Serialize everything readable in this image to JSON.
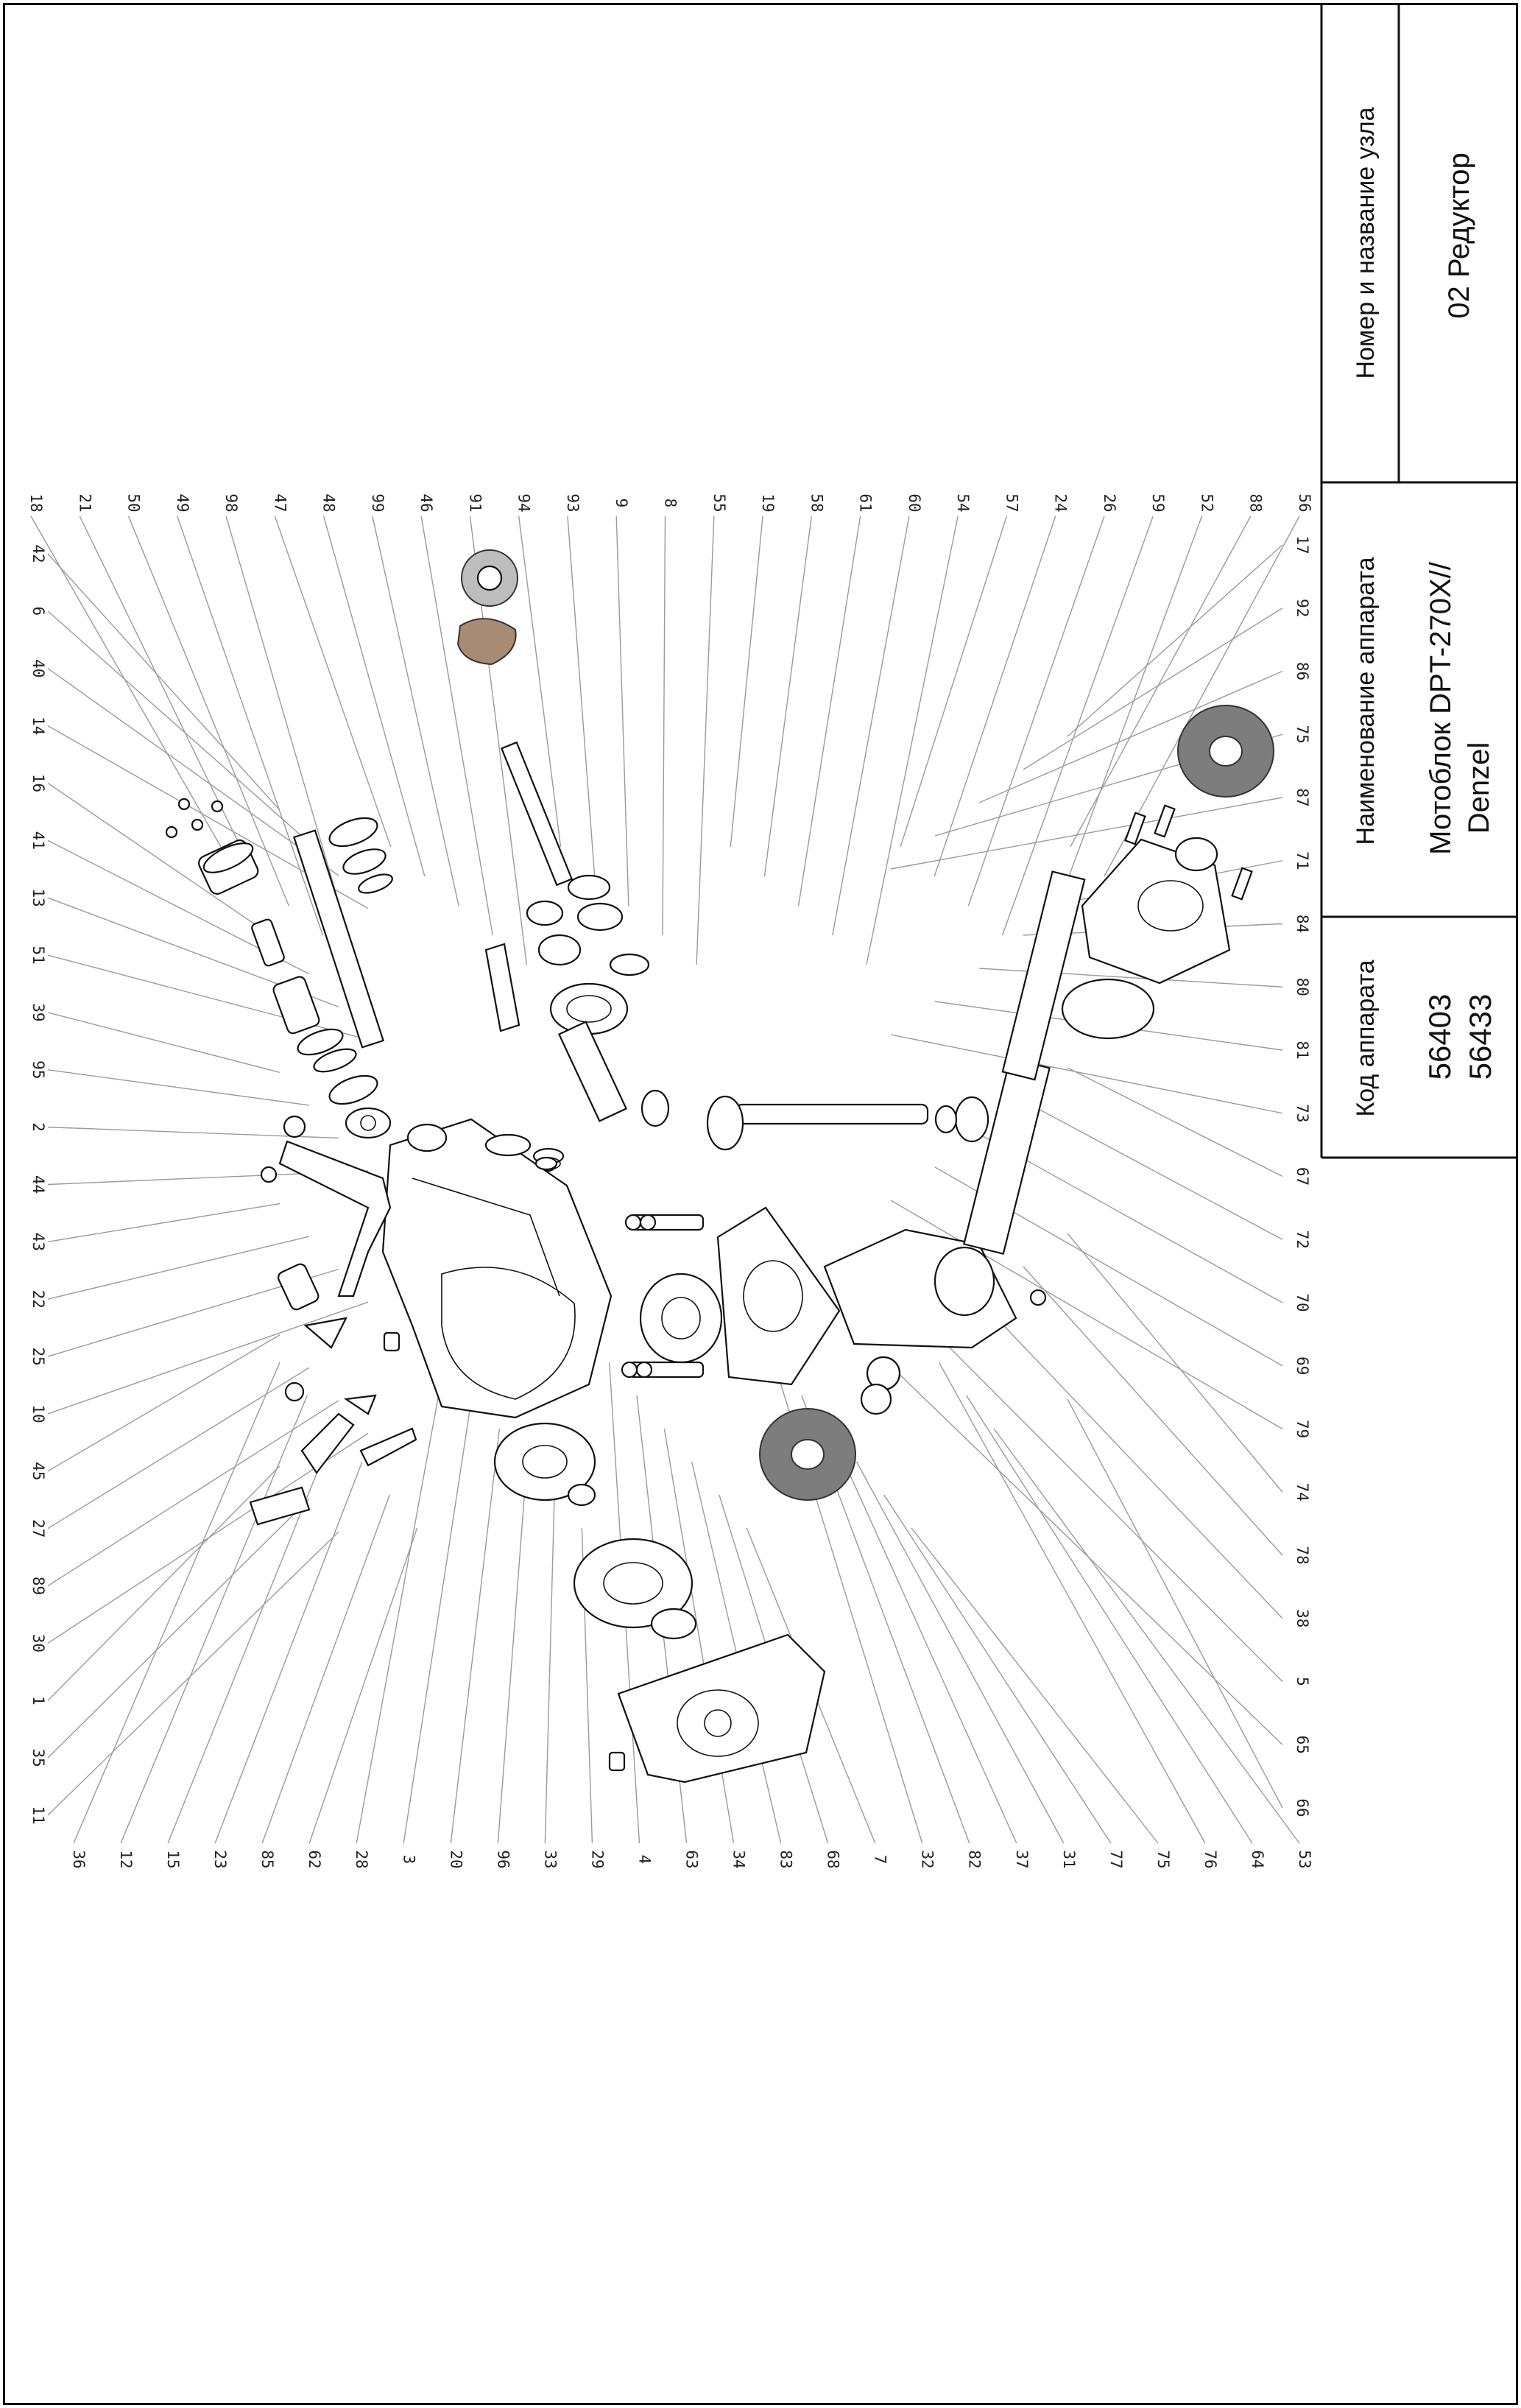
{
  "title_block": {
    "unit_label": "Номер и название узла",
    "unit_value": "02 Редуктор",
    "device_label": "Наименование аппарата",
    "device_value_line1": "Мотоблок DPT-270X//",
    "device_value_line2": "Denzel",
    "code_label": "Код аппарата",
    "code_value_line1": "56403",
    "code_value_line2": "56433"
  },
  "callouts": {
    "top": [
      "18",
      "21",
      "50",
      "49",
      "98",
      "47",
      "48",
      "99",
      "46",
      "91",
      "94",
      "93",
      "9",
      "8",
      "55",
      "19",
      "58",
      "61",
      "60",
      "54",
      "57",
      "24",
      "26",
      "59",
      "52",
      "88",
      "56"
    ],
    "left": [
      "42",
      "6",
      "40",
      "14",
      "16",
      "41",
      "13",
      "51",
      "39",
      "95",
      "2",
      "44",
      "43",
      "22",
      "25",
      "10",
      "45",
      "27",
      "89",
      "30",
      "1",
      "35",
      "11"
    ],
    "bottom": [
      "36",
      "12",
      "15",
      "23",
      "85",
      "62",
      "28",
      "3",
      "20",
      "96",
      "33",
      "29",
      "4",
      "63",
      "34",
      "83",
      "68",
      "7",
      "32",
      "82",
      "37",
      "31",
      "77",
      "75",
      "76",
      "64",
      "53"
    ],
    "right": [
      "17",
      "92",
      "86",
      "75",
      "87",
      "71",
      "84",
      "80",
      "81",
      "73",
      "67",
      "72",
      "70",
      "69",
      "79",
      "74",
      "78",
      "38",
      "5",
      "65",
      "66"
    ]
  },
  "colors": {
    "frame": "#111111",
    "discs": "#7d7d7d"
  }
}
